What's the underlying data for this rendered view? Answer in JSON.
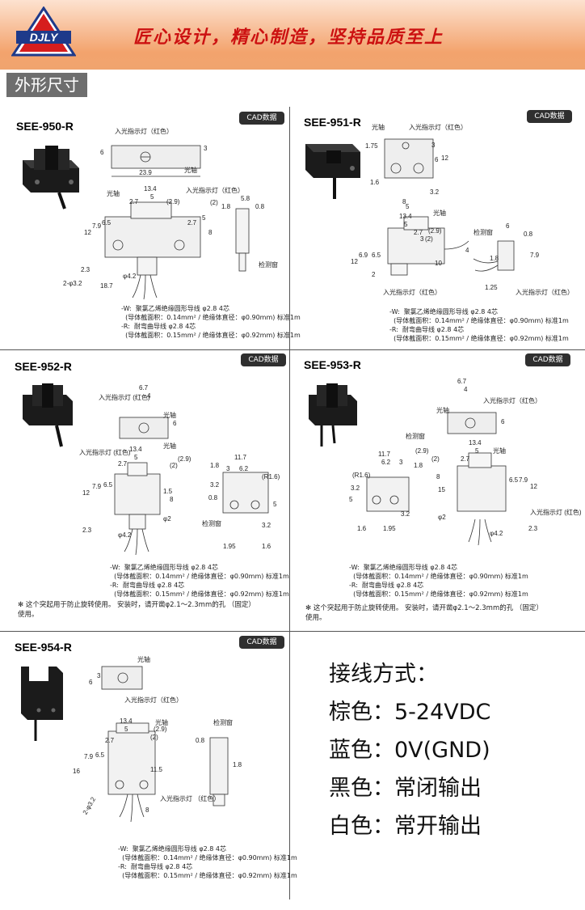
{
  "header": {
    "brand": "DJLY",
    "slogan": "匠心设计，精心制造，坚持品质至上"
  },
  "section_title": "外形尺寸",
  "cad_label": "CAD数据",
  "products": [
    {
      "model": "SEE-950-R",
      "labels": {
        "indicator": "入光指示灯（红色）",
        "axis": "光轴",
        "indicator2": "入光指示灯（红色）",
        "axis2": "光轴"
      },
      "dims": [
        "23.9",
        "6",
        "3",
        "13.4",
        "5",
        "(2.9)",
        "(2)",
        "2.7",
        "2.7",
        "5",
        "5.8",
        "0.8",
        "1.8",
        "7.9",
        "6.5",
        "12",
        "8",
        "2.3",
        "2-φ3.2",
        "φ4.2",
        "18.7"
      ],
      "window_label": "检测窗",
      "cable_note": "-W:  聚氯乙烯绝缘圆形导线 φ2.8 4芯\n  (导体截面积：0.14mm² / 绝缘体直径：φ0.90mm) 标准1m\n-R:  耐弯曲导线 φ2.8 4芯\n  (导体截面积：0.15mm² / 绝缘体直径：φ0.92mm) 标准1m"
    },
    {
      "model": "SEE-951-R",
      "labels": {
        "axis": "光轴",
        "indicator": "入光指示灯（红色）",
        "indicator2": "入光指示灯（红色）",
        "window": "检测窗"
      },
      "dims": [
        "1.75",
        "3",
        "6",
        "12",
        "1.6",
        "8",
        "3.2",
        "13.4",
        "5",
        "2.7",
        "(2)",
        "(2.9)",
        "6.9",
        "6.5",
        "12",
        "10",
        "2",
        "4",
        "6",
        "0.8",
        "7.9",
        "1.8",
        "1.25",
        "5",
        "3"
      ],
      "cable_note": "-W:  聚氯乙烯绝缘圆形导线 φ2.8 4芯\n  (导体截面积：0.14mm² / 绝缘体直径：φ0.90mm) 标准1m\n-R:  耐弯曲导线 φ2.8 4芯\n  (导体截面积：0.15mm² / 绝缘体直径：φ0.92mm) 标准1m"
    },
    {
      "model": "SEE-952-R",
      "labels": {
        "indicator": "入光指示灯\n(红色)",
        "axis": "光轴",
        "indicator2": "入光指示灯\n(红色)",
        "axis2": "光轴",
        "window": "检测窗"
      },
      "dims": [
        "6.7",
        "4",
        "6",
        "13.4",
        "5",
        "2.7",
        "(2.9)",
        "(2)",
        "7.9",
        "6.5",
        "12",
        "1.5",
        "8",
        "φ2",
        "2.3",
        "φ4.2",
        "11.7",
        "3",
        "6.2",
        "1.8",
        "3.2",
        "(R1.6)",
        "0.8",
        "5",
        "3.2",
        "1.95",
        "1.6"
      ],
      "cable_note": "-W:  聚氯乙烯绝缘圆形导线 φ2.8 4芯\n  (导体截面积：0.14mm² / 绝缘体直径：φ0.90mm) 标准1m\n-R:  耐弯曲导线 φ2.8 4芯\n  (导体截面积：0.15mm² / 绝缘体直径：φ0.92mm) 标准1m",
      "footnote": "✻ 这个突起用于防止旋转使用。 安装时，请开凿φ2.1～2.3mm的孔 （固定）\n使用。"
    },
    {
      "model": "SEE-953-R",
      "labels": {
        "axis": "光轴",
        "indicator": "入光指示灯（红色）",
        "window": "检测窗",
        "axis2": "光轴",
        "indicator2": "入光指示灯\n(红色)"
      },
      "dims": [
        "6.7",
        "4",
        "6",
        "11.7",
        "6.2",
        "3",
        "(2.9)",
        "(2)",
        "1.8",
        "13.4",
        "5",
        "2.7",
        "(R1.6)",
        "3.2",
        "5",
        "3.2",
        "1.6",
        "1.95",
        "8",
        "15",
        "6.5",
        "7.9",
        "12",
        "φ2",
        "2.3",
        "φ4.2"
      ],
      "cable_note": "-W:  聚氯乙烯绝缘圆形导线 φ2.8 4芯\n  (导体截面积：0.14mm² / 绝缘体直径：φ0.90mm) 标准1m\n-R:  耐弯曲导线 φ2.8 4芯\n  (导体截面积：0.15mm² / 绝缘体直径：φ0.92mm) 标准1m",
      "footnote": "✻ 这个突起用于防止旋转使用。 安装时，请开凿φ2.1～2.3mm的孔 （固定）\n使用。"
    },
    {
      "model": "SEE-954-R",
      "labels": {
        "axis": "光轴",
        "indicator": "入光指示灯（红色）",
        "axis2": "光轴",
        "indicator2": "入光指示灯\n（红色）",
        "window": "检测窗"
      },
      "dims": [
        "3",
        "6",
        "13.4",
        "5",
        "(2.9)",
        "(2)",
        "2.7",
        "7.9",
        "6.5",
        "16",
        "11.5",
        "2-φ3.2",
        "8",
        "0.8",
        "1.8"
      ],
      "cable_note": "-W:  聚氯乙烯绝缘圆形导线 φ2.8 4芯\n  (导体截面积：0.14mm² / 绝缘体直径：φ0.90mm) 标准1m\n-R:  耐弯曲导线 φ2.8 4芯\n  (导体截面积：0.15mm² / 绝缘体直径：φ0.92mm) 标准1m"
    }
  ],
  "wiring": {
    "title": "接线方式：",
    "rows": [
      {
        "color": "棕色：",
        "value": "5-24VDC"
      },
      {
        "color": "蓝色：",
        "value": "0V(GND)"
      },
      {
        "color": "黑色：",
        "value": "常闭输出"
      },
      {
        "color": "白色：",
        "value": "常开输出"
      }
    ]
  },
  "colors": {
    "slogan": "#cc1111",
    "banner": "#f3a36d",
    "logo": "#1e3a8a"
  }
}
